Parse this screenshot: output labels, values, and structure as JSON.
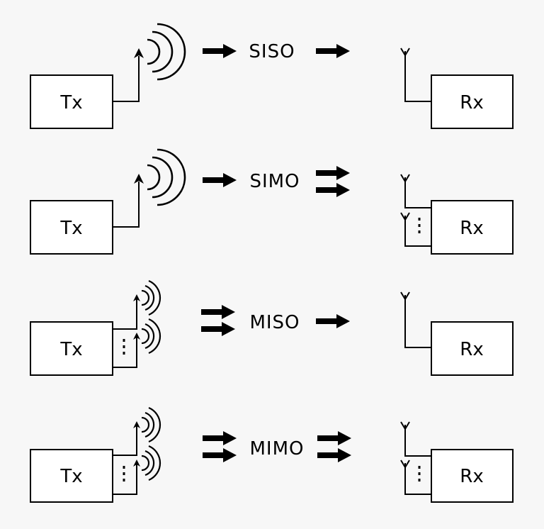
{
  "tx_label": "Tx",
  "rx_label": "Rx",
  "modes": [
    {
      "label": "SISO",
      "tx_antennas": 1,
      "rx_antennas": 1
    },
    {
      "label": "SIMO",
      "tx_antennas": 1,
      "rx_antennas": 2
    },
    {
      "label": "MISO",
      "tx_antennas": 2,
      "rx_antennas": 1
    },
    {
      "label": "MIMO",
      "tx_antennas": 2,
      "rx_antennas": 2
    }
  ]
}
